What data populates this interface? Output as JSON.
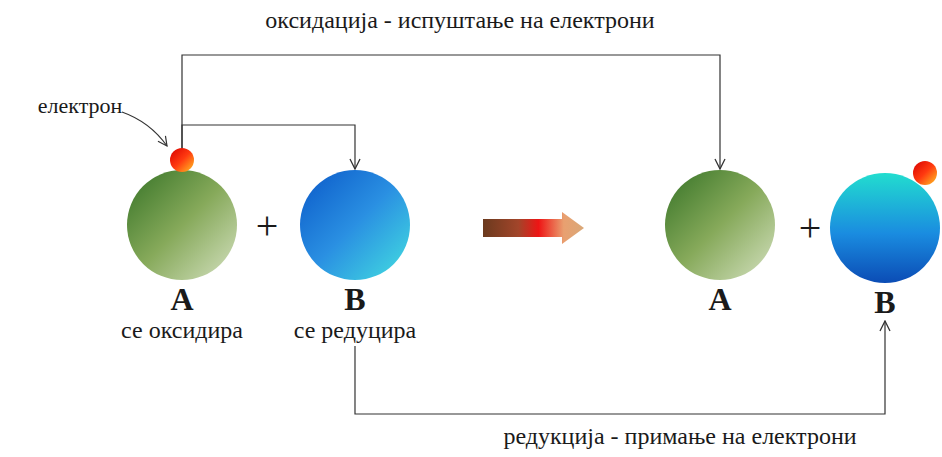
{
  "diagram": {
    "nodes": [
      {
        "text": [
          "A",
          "се оксидира"
        ]
      },
      {
        "text": [
          "B",
          "се редуцира"
        ]
      },
      {
        "text": [
          "A"
        ]
      },
      {
        "text": [
          "B"
        ]
      }
    ],
    "edges": [
      {
        "from": 0,
        "to": 2,
        "arrow": "to",
        "label": "оксидација - испуштање на електрони"
      },
      {
        "from": 0,
        "to": 1,
        "arrow": "to"
      },
      {
        "from": 1,
        "to": 3,
        "arrow": "to",
        "label": "редукција - примање на електрони"
      }
    ],
    "labels": [
      "електрон",
      "+",
      "+"
    ]
  }
}
